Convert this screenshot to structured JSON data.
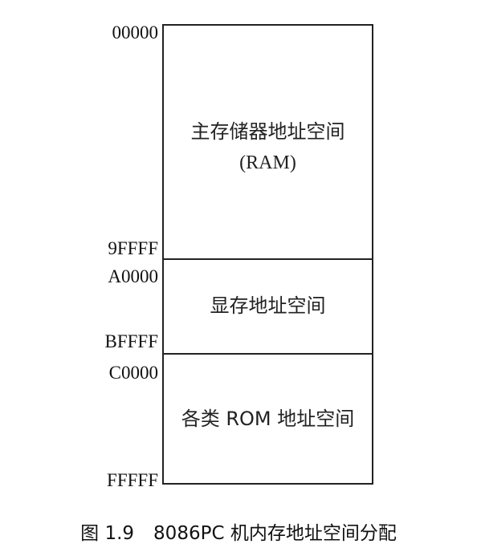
{
  "diagram": {
    "addresses": {
      "a00000": "00000",
      "a9ffff": "9FFFF",
      "aa0000": "A0000",
      "abffff": "BFFFF",
      "ac0000": "C0000",
      "afffff": "FFFFF"
    },
    "regions": {
      "main": {
        "line1": "主存储器地址空间",
        "line2": "(RAM)"
      },
      "video": {
        "line1": "显存地址空间"
      },
      "rom": {
        "line1": "各类 ROM 地址空间"
      }
    }
  },
  "caption": {
    "figure_number": "图 1.9",
    "title": "8086PC 机内存地址空间分配"
  }
}
